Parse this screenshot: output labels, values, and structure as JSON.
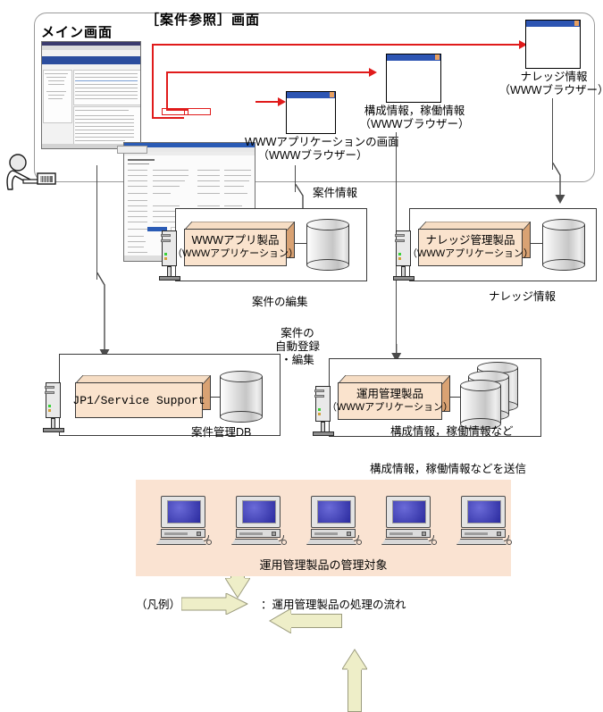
{
  "top_area": {
    "main_screen_label": "メイン画面",
    "case_ref_screen_label": "［案件参照］画面"
  },
  "browsers": {
    "knowledge": {
      "line1": "ナレッジ情報",
      "line2": "（WWWブラウザー）"
    },
    "config": {
      "line1": "構成情報，稼働情報",
      "line2": "（WWWブラウザー）"
    },
    "webapp": {
      "line1": "WWWアプリケーションの画面",
      "line2": "（WWWブラウザー）"
    }
  },
  "flow_labels": {
    "case_info": "案件情報",
    "case_edit": "案件の編集",
    "case_auto_register": "案件の\n自動登録\n・編集",
    "case_auto_line1": "案件の",
    "case_auto_line2": "自動登録",
    "case_auto_line3": "・編集",
    "send_config": "構成情報，稼働情報などを送信"
  },
  "systems": {
    "www_app": {
      "title": "WWWアプリ製品",
      "subtitle": "（WWWアプリケーション）"
    },
    "knowledge_mgmt": {
      "title": "ナレッジ管理製品",
      "subtitle": "（WWWアプリケーション）",
      "db_label": "ナレッジ情報"
    },
    "jp1": {
      "title": "JP1/Service Support",
      "db_label": "案件管理DB"
    },
    "ops_mgmt": {
      "title": "運用管理製品",
      "subtitle": "（WWWアプリケーション）",
      "db_label": "構成情報，稼働情報など"
    }
  },
  "managed_targets": {
    "caption": "運用管理製品の管理対象",
    "count": 5
  },
  "legend": {
    "title": "（凡例）",
    "description": "：運用管理製品の処理の流れ"
  },
  "colors": {
    "red_arrow": "#e01b1b",
    "pale_arrow": "#eeeec8",
    "pale_arrow_border": "#9b9b7d",
    "product_box": "#fae3cd",
    "product_box_side": "#d9a273",
    "managed_band": "#fae3d2",
    "window_title_bar": "#2d55b3"
  }
}
